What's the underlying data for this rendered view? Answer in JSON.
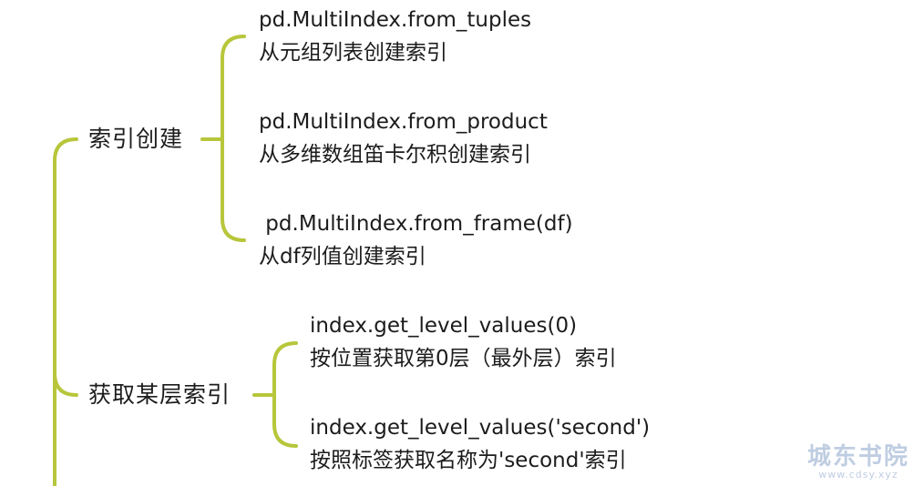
{
  "colors": {
    "connector": "#b7c63b",
    "text": "#1c1c1c",
    "watermark": "#b9c8df"
  },
  "branches": [
    {
      "label": "索引创建",
      "leaves": [
        {
          "code": "pd.MultiIndex.from_tuples",
          "desc": "从元组列表创建索引"
        },
        {
          "code": "pd.MultiIndex.from_product",
          "desc": "从多维数组笛卡尔积创建索引"
        },
        {
          "code": " pd.MultiIndex.from_frame(df)",
          "desc": "从df列值创建索引"
        }
      ]
    },
    {
      "label": "获取某层索引",
      "leaves": [
        {
          "code": "index.get_level_values(0)",
          "desc": "按位置获取第0层（最外层）索引"
        },
        {
          "code": "index.get_level_values('second')",
          "desc": "按照标签获取名称为'second'索引"
        }
      ]
    }
  ],
  "watermark": {
    "title": "城东书院",
    "url": "www.cdsy.xyz"
  }
}
